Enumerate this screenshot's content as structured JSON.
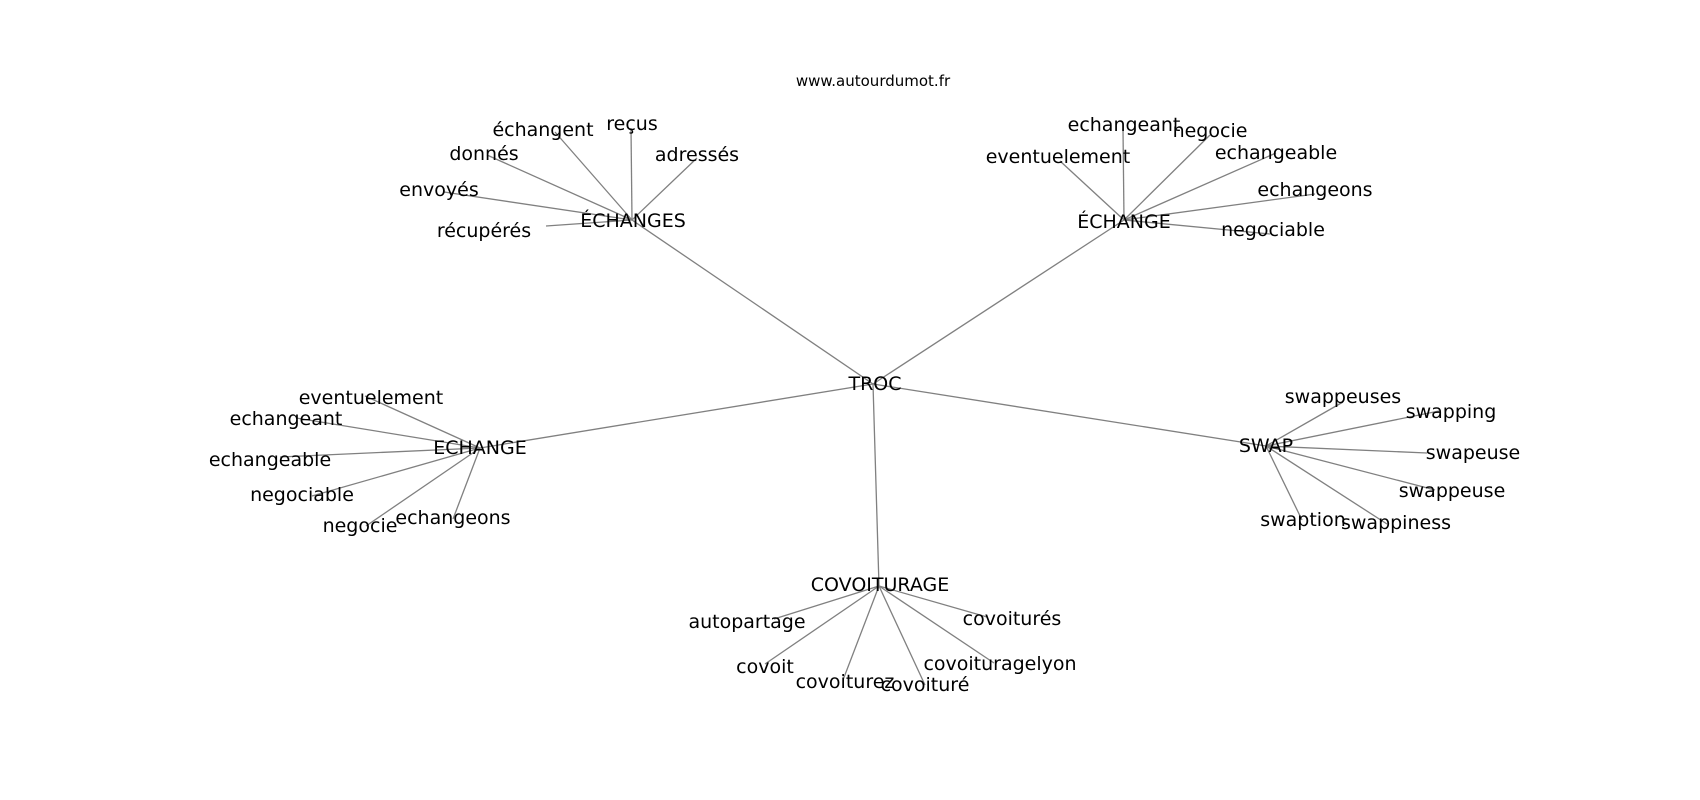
{
  "watermark": "www.autourdumot.fr",
  "edge_color": "#808080",
  "graph": {
    "root": "TROC",
    "groups": [
      {
        "label": "ÉCHANGES",
        "leaves": [
          "échangent",
          "reçus",
          "adressés",
          "donnés",
          "envoyés",
          "récupérés"
        ]
      },
      {
        "label": "ÉCHANGE",
        "leaves": [
          "echangeant",
          "negocie",
          "eventuelement",
          "echangeable",
          "echangeons",
          "negociable"
        ]
      },
      {
        "label": "ECHANGE",
        "leaves": [
          "eventuelement",
          "echangeant",
          "echangeable",
          "negociable",
          "negocie",
          "echangeons"
        ]
      },
      {
        "label": "SWAP",
        "leaves": [
          "swappeuses",
          "swapping",
          "swapeuse",
          "swappeuse",
          "swaption",
          "swappiness"
        ]
      },
      {
        "label": "COVOITURAGE",
        "leaves": [
          "autopartage",
          "covoit",
          "covoiturez",
          "covoituré",
          "covoiturés",
          "covoituragelyon"
        ]
      }
    ]
  }
}
